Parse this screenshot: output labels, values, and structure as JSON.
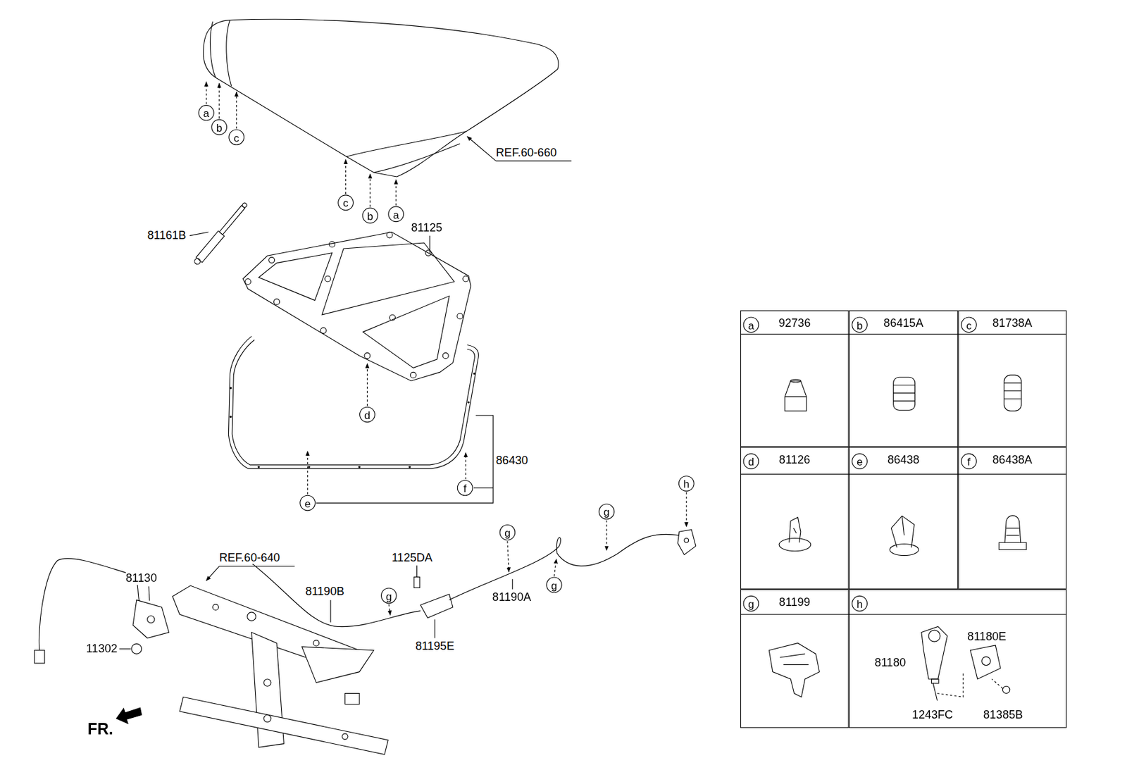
{
  "diagram": {
    "nodes": [
      {
        "text": [
          "a"
        ]
      },
      {
        "text": [
          "b"
        ]
      },
      {
        "text": [
          "c"
        ]
      },
      {
        "text": [
          "c"
        ]
      },
      {
        "text": [
          "b"
        ]
      },
      {
        "text": [
          "a"
        ]
      },
      {
        "text": [
          "d"
        ]
      },
      {
        "text": [
          "h"
        ]
      },
      {
        "text": [
          "f"
        ]
      },
      {
        "text": [
          "e"
        ]
      },
      {
        "text": [
          "g"
        ]
      },
      {
        "text": [
          "g"
        ]
      },
      {
        "text": [
          "g"
        ]
      },
      {
        "text": [
          "g"
        ]
      },
      {
        "text": [
          "92736"
        ]
      },
      {
        "text": [
          "a"
        ],
        "in": 14
      },
      {
        "text": [
          "86415A"
        ]
      },
      {
        "text": [
          "b"
        ],
        "in": 16
      },
      {
        "text": [
          "81738A"
        ]
      },
      {
        "text": [
          "c"
        ],
        "in": 18
      },
      {
        "text": [
          "81126"
        ]
      },
      {
        "text": [
          "d"
        ],
        "in": 20
      },
      {
        "text": [
          "86438"
        ]
      },
      {
        "text": [
          "e"
        ],
        "in": 22
      },
      {
        "text": [
          "86438A"
        ]
      },
      {
        "text": [
          "f"
        ],
        "in": 24
      },
      {
        "text": [
          "81199"
        ]
      },
      {
        "text": [
          "g"
        ],
        "in": 26
      },
      {
        "text": [
          "81180E",
          "81180",
          "1243FC",
          "81385B"
        ]
      },
      {
        "text": [
          "h"
        ],
        "in": 28
      }
    ],
    "labels": [
      "REF.60-660",
      "81161B",
      "81125",
      "86430",
      "REF.60-640",
      "81130",
      "11302",
      "81190B",
      "1125DA",
      "81195E",
      "81190A",
      "FR."
    ]
  }
}
